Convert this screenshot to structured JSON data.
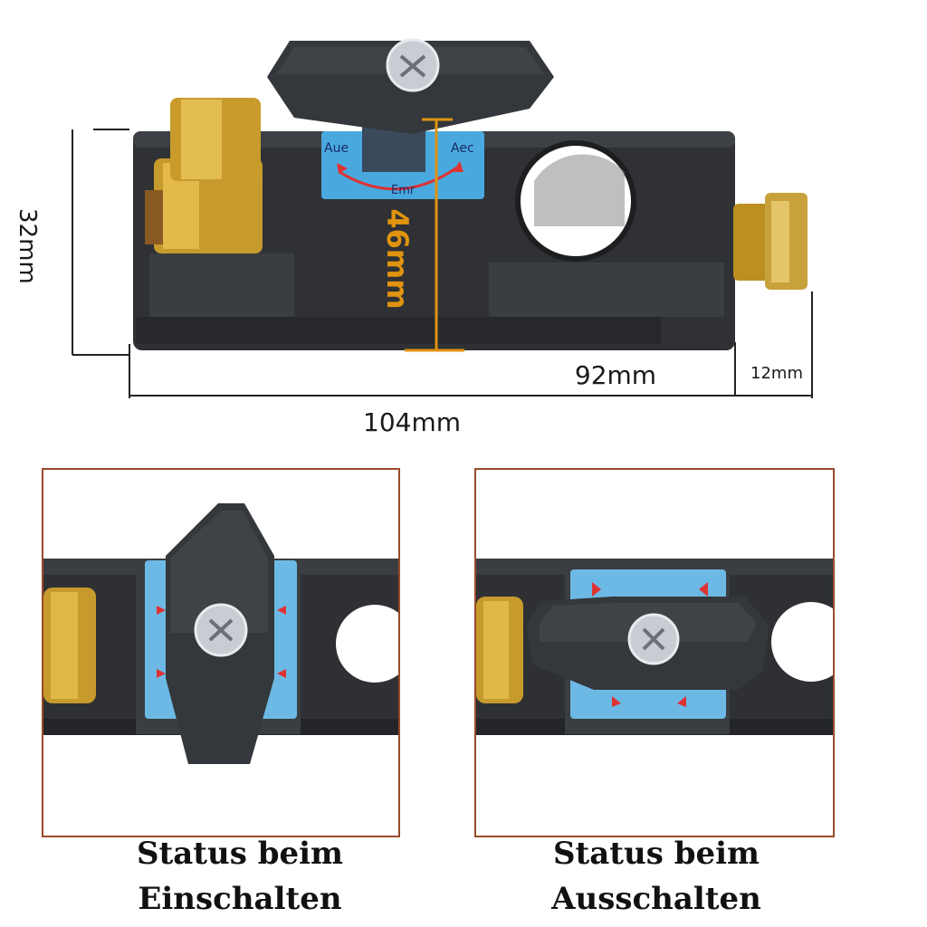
{
  "dimensions": {
    "height": "32mm",
    "total_width": "104mm",
    "body_width": "92mm",
    "bolt_width": "12mm",
    "knob_height": "46mm"
  },
  "panels": {
    "on_caption": "Status beim Einschalten",
    "off_caption": "Status beim Ausschalten"
  },
  "label_plate": {
    "left": "Aue",
    "right": "Aec",
    "bottom": "Emr"
  },
  "colors": {
    "body": "#2f3134",
    "knob": "#34373b",
    "brass": "#c79a2e",
    "label_plate": "#49a9de",
    "dimension_line": "#e0930f",
    "panel_border": "#9a4a2a"
  }
}
